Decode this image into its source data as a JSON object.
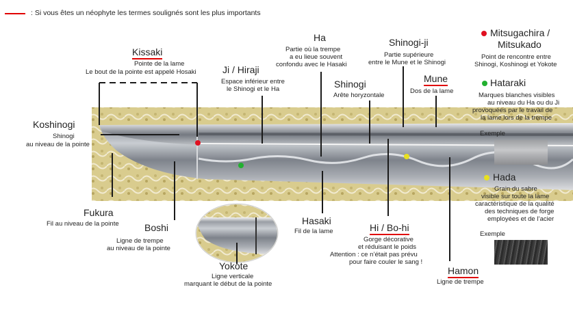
{
  "legend": {
    "text": ": Si vous êtes un néophyte les termes soulignés sont les plus importants",
    "color": "#e00000"
  },
  "labels": {
    "kissaki": {
      "title": "Kissaki",
      "desc1": "Pointe de la lame",
      "desc2": "Le bout de la pointe est appelé Hosaki"
    },
    "jihiraji": {
      "title": "Ji / Hiraji",
      "desc1": "Espace inférieur entre",
      "desc2": "le Shinogi et le Ha"
    },
    "ha": {
      "title": "Ha",
      "desc1": "Partie où la trempe",
      "desc2": "a eu lieue souvent",
      "desc3": "confondu avec le Hasaki"
    },
    "shinogi": {
      "title": "Shinogi",
      "desc1": "Arête horyzontale"
    },
    "shinogiji": {
      "title": "Shinogi-ji",
      "desc1": "Partie supérieure",
      "desc2": "entre le Mune et le Shinogi"
    },
    "mune": {
      "title": "Mune",
      "desc1": "Dos de la lame"
    },
    "koshinogi": {
      "title": "Koshinogi",
      "desc1": "Shinogi",
      "desc2": "au niveau de la pointe"
    },
    "fukura": {
      "title": "Fukura",
      "desc1": "Fil au niveau de la pointe"
    },
    "boshi": {
      "title": "Boshi",
      "desc1": "Ligne de trempe",
      "desc2": "au niveau de la pointe"
    },
    "yokote": {
      "title": "Yokote",
      "desc1": "Ligne verticale",
      "desc2": "marquant le début de la pointe"
    },
    "hasaki": {
      "title": "Hasaki",
      "desc1": "Fil de la lame"
    },
    "hibohi": {
      "title": "Hi / Bo-hi",
      "desc1": "Gorge décorative",
      "desc2": "et réduisant le poids",
      "desc3": "Attention : ce n’était pas prévu",
      "desc4": "pour faire couler le sang !"
    },
    "hamon": {
      "title": "Hamon",
      "desc1": "Ligne de trempe"
    }
  },
  "side": {
    "mitsugachira": {
      "title1": "Mitsugachira /",
      "title2": "Mitsukado",
      "desc1": "Point de rencontre entre",
      "desc2": "Shinogi, Koshinogi et Yokote",
      "color": "#e01020"
    },
    "hataraki": {
      "title": "Hataraki",
      "desc1": "Marques blanches visibles",
      "desc2": "au niveau du Ha ou du Ji",
      "desc3": "provoquées par le travail de",
      "desc4": "la lame lors de la trempe",
      "example": "Exemple",
      "color": "#22b030"
    },
    "hada": {
      "title": "Hada",
      "desc1": "Grain du sabre",
      "desc2": "visible sur toute la lame",
      "desc3": "caractéristique de la qualité",
      "desc4": "des techniques de forge",
      "desc5": "employées et de l’acier",
      "example": "Exemple",
      "color": "#e8e020"
    }
  }
}
